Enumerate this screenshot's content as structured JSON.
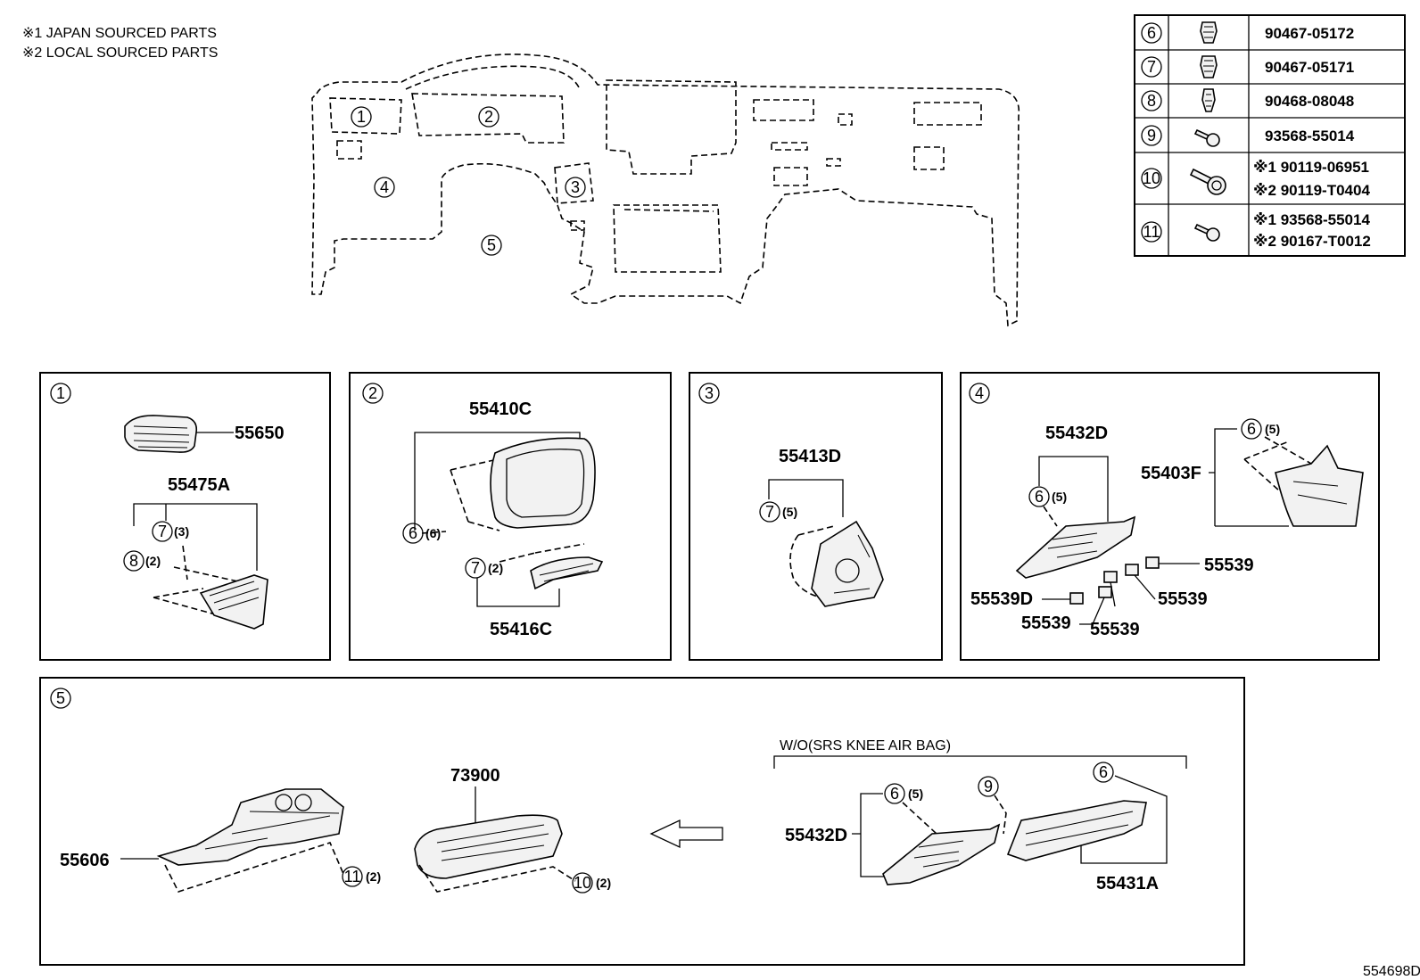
{
  "notes": {
    "note1": "※1 JAPAN SOURCED PARTS",
    "note2": "※2 LOCAL SOURCED PARTS"
  },
  "fastener_table": [
    {
      "ref": "6",
      "parts": [
        "90467-05172"
      ],
      "icon": "clip-icon"
    },
    {
      "ref": "7",
      "parts": [
        "90467-05171"
      ],
      "icon": "clip-icon"
    },
    {
      "ref": "8",
      "parts": [
        "90468-08048"
      ],
      "icon": "clip-icon"
    },
    {
      "ref": "9",
      "parts": [
        "93568-55014"
      ],
      "icon": "screw-icon"
    },
    {
      "ref": "10",
      "parts": [
        "※1 90119-06951",
        "※2 90119-T0404"
      ],
      "icon": "bolt-icon"
    },
    {
      "ref": "11",
      "parts": [
        "※1 93568-55014",
        "※2 90167-T0012"
      ],
      "icon": "screw-icon"
    }
  ],
  "overview_regions": [
    "1",
    "2",
    "3",
    "4",
    "5"
  ],
  "panels": {
    "p1": {
      "label": "1",
      "parts": {
        "a": "55650",
        "b": "55475A"
      },
      "callouts": {
        "c7": "7",
        "q7": "(3)",
        "c8": "8",
        "q8": "(2)"
      }
    },
    "p2": {
      "label": "2",
      "parts": {
        "a": "55410C",
        "b": "55416C"
      },
      "callouts": {
        "c6": "6",
        "q6": "(6)",
        "c7": "7",
        "q7": "(2)"
      }
    },
    "p3": {
      "label": "3",
      "parts": {
        "a": "55413D"
      },
      "callouts": {
        "c7": "7",
        "q7": "(5)"
      }
    },
    "p4": {
      "label": "4",
      "parts": {
        "a": "55432D",
        "b": "55403F",
        "c1": "55539",
        "c2": "55539",
        "c3": "55539",
        "c4": "55539",
        "d": "55539D"
      },
      "callouts": {
        "c6a": "6",
        "q6a": "(5)",
        "c6b": "6",
        "q6b": "(5)"
      }
    },
    "p5": {
      "label": "5",
      "parts": {
        "a": "55606",
        "b": "73900",
        "c": "55432D",
        "d": "55431A"
      },
      "condition": "W/O(SRS KNEE AIR BAG)",
      "callouts": {
        "c11": "11",
        "q11": "(2)",
        "c10": "10",
        "q10": "(2)",
        "c6a": "6",
        "q6a": "(5)",
        "c9": "9",
        "c6b": "6"
      }
    }
  },
  "diagram_id": "554698D"
}
